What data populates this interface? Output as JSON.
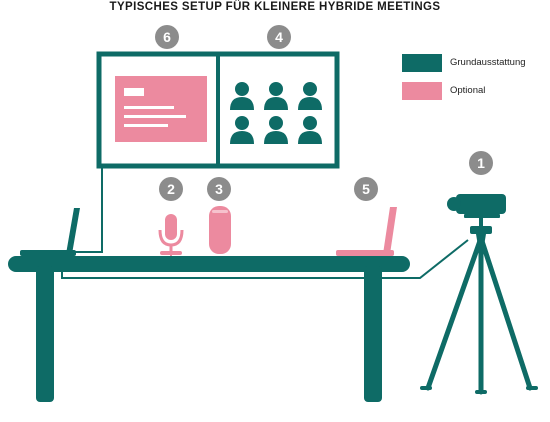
{
  "title": "TYPISCHES SETUP FÜR KLEINERE HYBRIDE MEETINGS",
  "colors": {
    "base": "#0e6b66",
    "optional": "#ec8a9f",
    "badge": "#8c8c8c"
  },
  "legend": [
    {
      "label": "Grundausstattung",
      "color": "#0e6b66"
    },
    {
      "label": "Optional",
      "color": "#ec8a9f"
    }
  ],
  "badges": [
    {
      "number": "1",
      "item": "camera-on-tripod"
    },
    {
      "number": "2",
      "item": "microphone"
    },
    {
      "number": "3",
      "item": "speaker"
    },
    {
      "number": "4",
      "item": "participant-video-grid"
    },
    {
      "number": "5",
      "item": "laptop"
    },
    {
      "number": "6",
      "item": "shared-presentation-screen"
    }
  ]
}
